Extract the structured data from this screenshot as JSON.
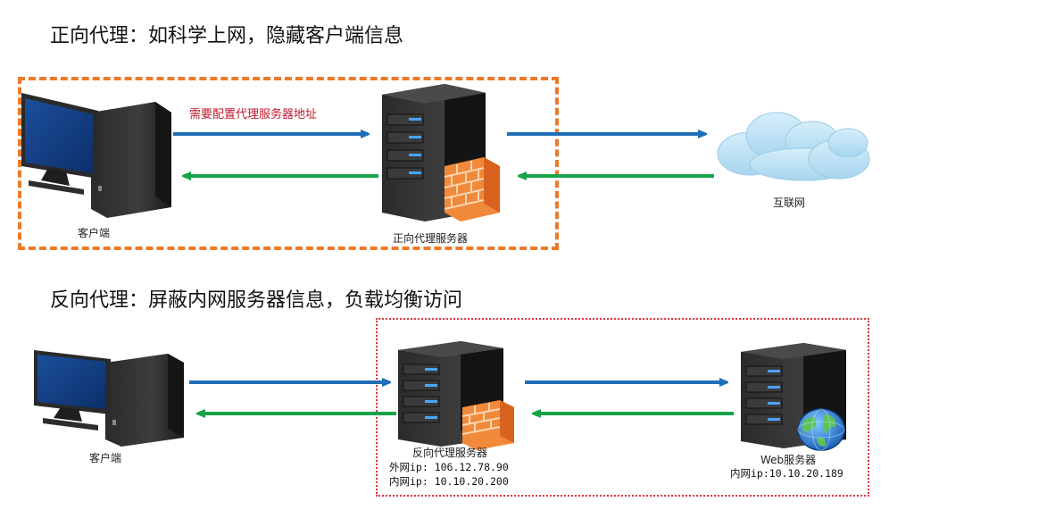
{
  "forward": {
    "heading": "正向代理：如科学上网，隐藏客户端信息",
    "note": "需要配置代理服务器地址",
    "client_label": "客户端",
    "proxy_label": "正向代理服务器",
    "internet_label": "互联网"
  },
  "reverse": {
    "heading": "反向代理：屏蔽内网服务器信息，负载均衡访问",
    "client_label": "客户端",
    "proxy_label": "反向代理服务器",
    "proxy_outer_ip": "外网ip: 106.12.78.90",
    "proxy_inner_ip": "内网ip: 10.10.20.200",
    "web_label": "Web服务器",
    "web_inner_ip": "内网ip:10.10.20.189"
  },
  "colors": {
    "request_arrow": "#1e6fb8",
    "response_arrow": "#16a34a",
    "forward_box": "#ec7a2a",
    "reverse_box": "#e0323f",
    "note": "#c0182b"
  },
  "icons": [
    "computer-icon",
    "server-icon",
    "firewall-icon",
    "cloud-icon",
    "globe-icon"
  ]
}
